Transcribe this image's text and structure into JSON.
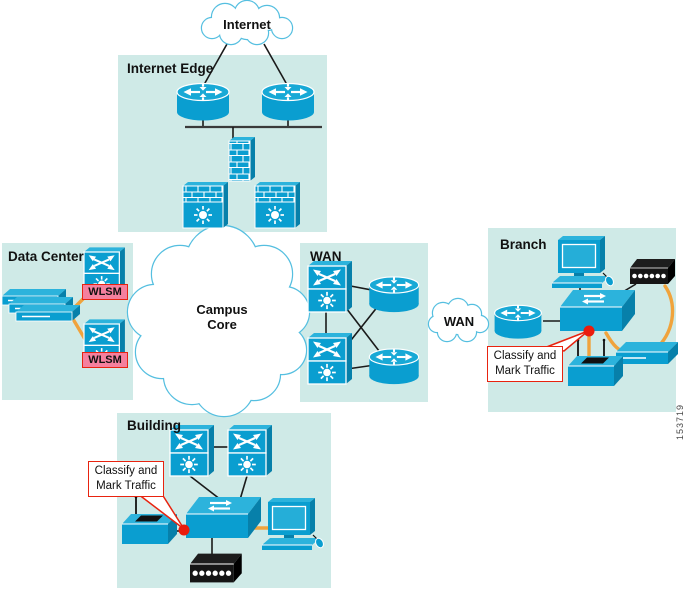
{
  "diagram": {
    "figure_number": "153719",
    "clouds": {
      "internet": {
        "label": "Internet"
      },
      "campus_core": {
        "label_line1": "Campus",
        "label_line2": "Core"
      },
      "wan": {
        "label": "WAN"
      }
    },
    "zones": {
      "internet_edge": {
        "label": "Internet Edge"
      },
      "data_center": {
        "label": "Data Center",
        "module_labels": {
          "top": "WLSM",
          "bottom": "WLSM"
        }
      },
      "wan": {
        "label": "WAN"
      },
      "branch": {
        "label": "Branch",
        "callout": {
          "line1": "Classify and",
          "line2": "Mark Traffic"
        }
      },
      "building": {
        "label": "Building",
        "callout": {
          "line1": "Classify and",
          "line2": "Mark Traffic"
        }
      }
    },
    "icons": {
      "internet_edge": [
        "router-icon",
        "router-icon",
        "firewall-icon",
        "firewall-switch-icon",
        "firewall-switch-icon"
      ],
      "data_center": [
        "server-stack-icon",
        "multilayer-switch-icon",
        "multilayer-switch-icon"
      ],
      "wan": [
        "multilayer-switch-icon",
        "multilayer-switch-icon",
        "router-icon",
        "router-icon"
      ],
      "branch": [
        "workstation-icon",
        "ip-phone-icon",
        "router-icon",
        "workgroup-switch-icon",
        "access-point-icon",
        "hub-icon"
      ],
      "building": [
        "multilayer-switch-icon",
        "multilayer-switch-icon",
        "access-point-icon",
        "workgroup-switch-icon",
        "workstation-icon",
        "ip-phone-icon"
      ]
    },
    "colors": {
      "panel": "#cfeae7",
      "device": "#0a9ed0",
      "device_top": "#2cb3dc",
      "device_side": "#0780aa",
      "orange_link": "#f0a33c",
      "callout_red": "#e8230f",
      "wlsm_pink": "#f5809e",
      "cloud_border": "#55bfe0",
      "mark_dot_red": "#ea1c0d"
    }
  }
}
